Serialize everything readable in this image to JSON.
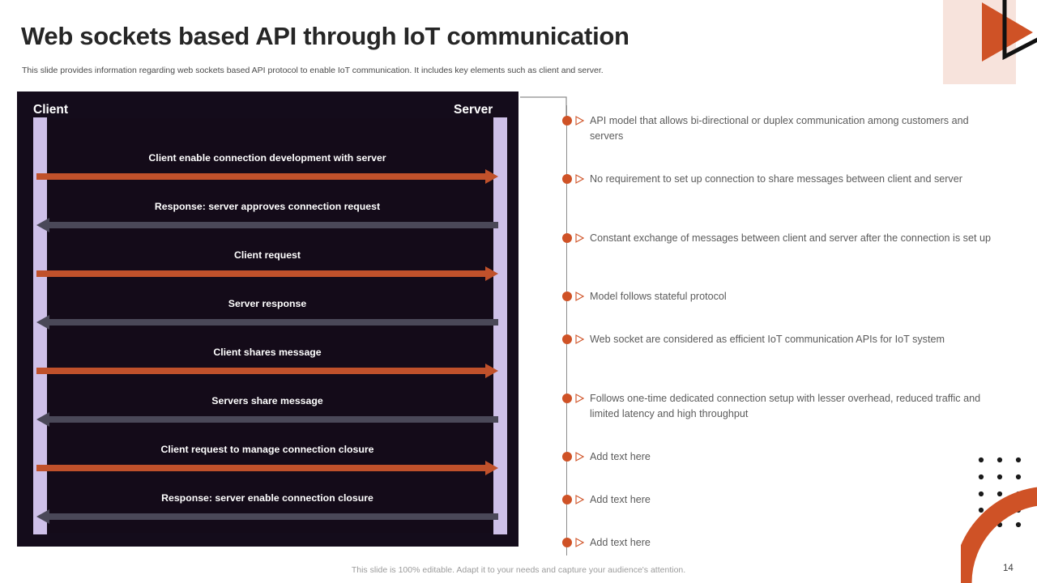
{
  "header": {
    "title": "Web sockets based API through IoT communication",
    "subtitle": "This slide provides information regarding web sockets based API protocol to enable IoT communication. It includes key elements such as client and server."
  },
  "colors": {
    "accent_orange": "#cf5226",
    "arrow_orange": "#c0512b",
    "arrow_gray": "#4a4858",
    "panel_dark": "#140c1b",
    "lifeline_lavender": "#cec0e8",
    "deco_pink": "#f7e3dc",
    "body_text": "#5b5b5b",
    "title_text": "#262626"
  },
  "diagram": {
    "name": "websocket-sequence-diagram",
    "actors": {
      "left": "Client",
      "right": "Server"
    },
    "messages": [
      {
        "label": "Client enable connection development with server",
        "direction": "right",
        "color": "orange"
      },
      {
        "label": "Response: server approves connection request",
        "direction": "left",
        "color": "gray"
      },
      {
        "label": "Client request",
        "direction": "right",
        "color": "orange"
      },
      {
        "label": "Server response",
        "direction": "left",
        "color": "gray"
      },
      {
        "label": "Client shares message",
        "direction": "right",
        "color": "orange"
      },
      {
        "label": "Servers share message",
        "direction": "left",
        "color": "gray"
      },
      {
        "label": "Client request to manage connection closure",
        "direction": "right",
        "color": "orange"
      },
      {
        "label": "Response: server enable connection closure",
        "direction": "left",
        "color": "gray"
      }
    ]
  },
  "bullets": [
    {
      "text": "API model that allows bi-directional or duplex communication among customers and servers"
    },
    {
      "text": "No requirement to set up connection to share messages between client and server"
    },
    {
      "text": "Constant exchange of messages between client and server after the connection is set up"
    },
    {
      "text": "Model follows stateful protocol"
    },
    {
      "text": "Web socket are considered as efficient IoT communication APIs for IoT system"
    },
    {
      "text": "Follows one-time dedicated connection setup with lesser overhead, reduced traffic and limited latency and high throughput"
    },
    {
      "text": "Add text here"
    },
    {
      "text": "Add text here"
    },
    {
      "text": "Add text here"
    }
  ],
  "footer": {
    "note": "This slide is 100% editable. Adapt it to your needs and capture your audience's attention.",
    "page_number": "14"
  },
  "decorations": {
    "top_right": "triangle-pair-graphic",
    "bottom_right_dots": "dot-grid-graphic",
    "bottom_right_arc": "quarter-arc-graphic"
  }
}
